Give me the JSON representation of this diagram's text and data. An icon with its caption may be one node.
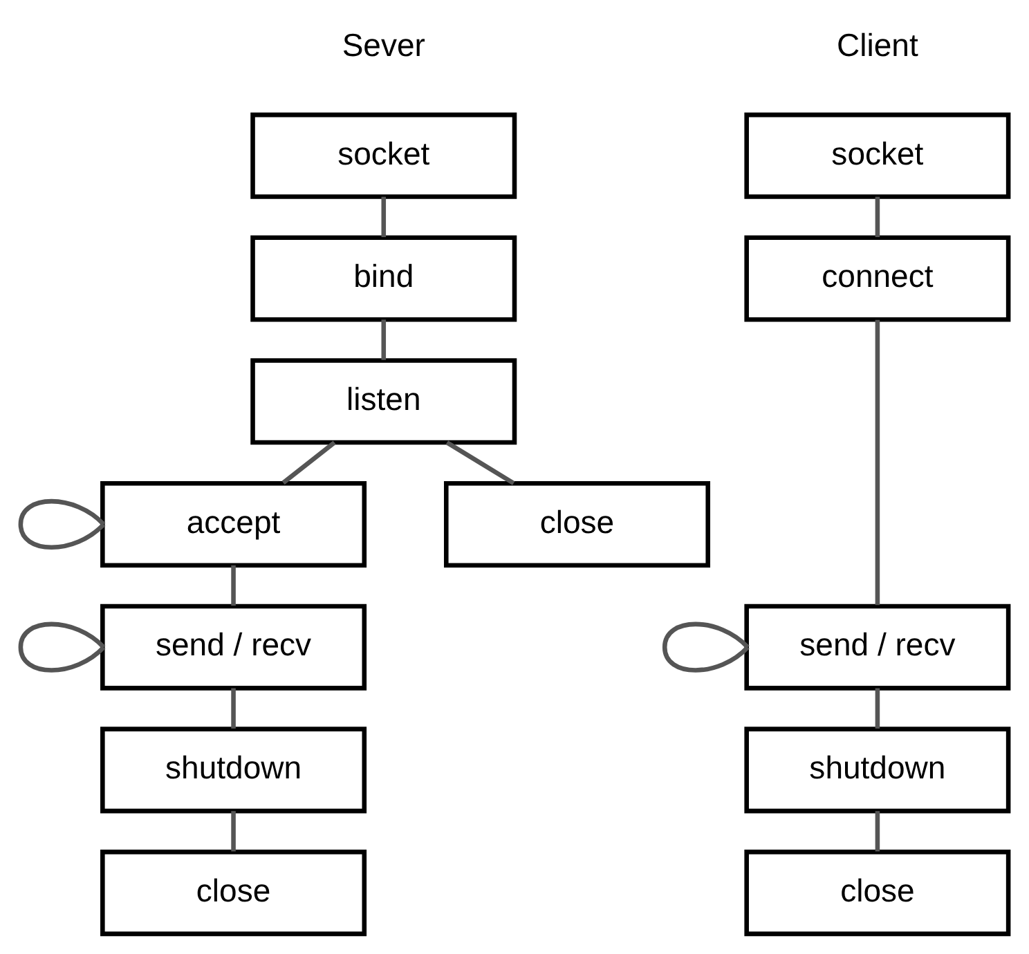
{
  "diagram": {
    "nodes": [
      {
        "text": [
          "socket"
        ]
      },
      {
        "text": [
          "bind"
        ]
      },
      {
        "text": [
          "listen"
        ]
      },
      {
        "text": [
          "accept"
        ]
      },
      {
        "text": [
          "close"
        ]
      },
      {
        "text": [
          "send / recv"
        ]
      },
      {
        "text": [
          "shutdown"
        ]
      },
      {
        "text": [
          "close"
        ]
      },
      {
        "text": [
          "socket"
        ]
      },
      {
        "text": [
          "connect"
        ]
      },
      {
        "text": [
          "send / recv"
        ]
      },
      {
        "text": [
          "shutdown"
        ]
      },
      {
        "text": [
          "close"
        ]
      }
    ],
    "edges": [
      {
        "from": 0,
        "to": 1,
        "arrow": "none"
      },
      {
        "from": 1,
        "to": 2,
        "arrow": "none"
      },
      {
        "from": 2,
        "to": 3,
        "arrow": "none"
      },
      {
        "from": 2,
        "to": 4,
        "arrow": "none"
      },
      {
        "from": 3,
        "to": 3,
        "arrow": "none"
      },
      {
        "from": 3,
        "to": 5,
        "arrow": "none"
      },
      {
        "from": 5,
        "to": 5,
        "arrow": "none"
      },
      {
        "from": 5,
        "to": 6,
        "arrow": "none"
      },
      {
        "from": 6,
        "to": 7,
        "arrow": "none"
      },
      {
        "from": 8,
        "to": 9,
        "arrow": "none"
      },
      {
        "from": 9,
        "to": 10,
        "arrow": "none"
      },
      {
        "from": 10,
        "to": 10,
        "arrow": "none"
      },
      {
        "from": 10,
        "to": 11,
        "arrow": "none"
      },
      {
        "from": 11,
        "to": 12,
        "arrow": "none"
      }
    ],
    "labels": [
      "Sever",
      "Client"
    ]
  }
}
